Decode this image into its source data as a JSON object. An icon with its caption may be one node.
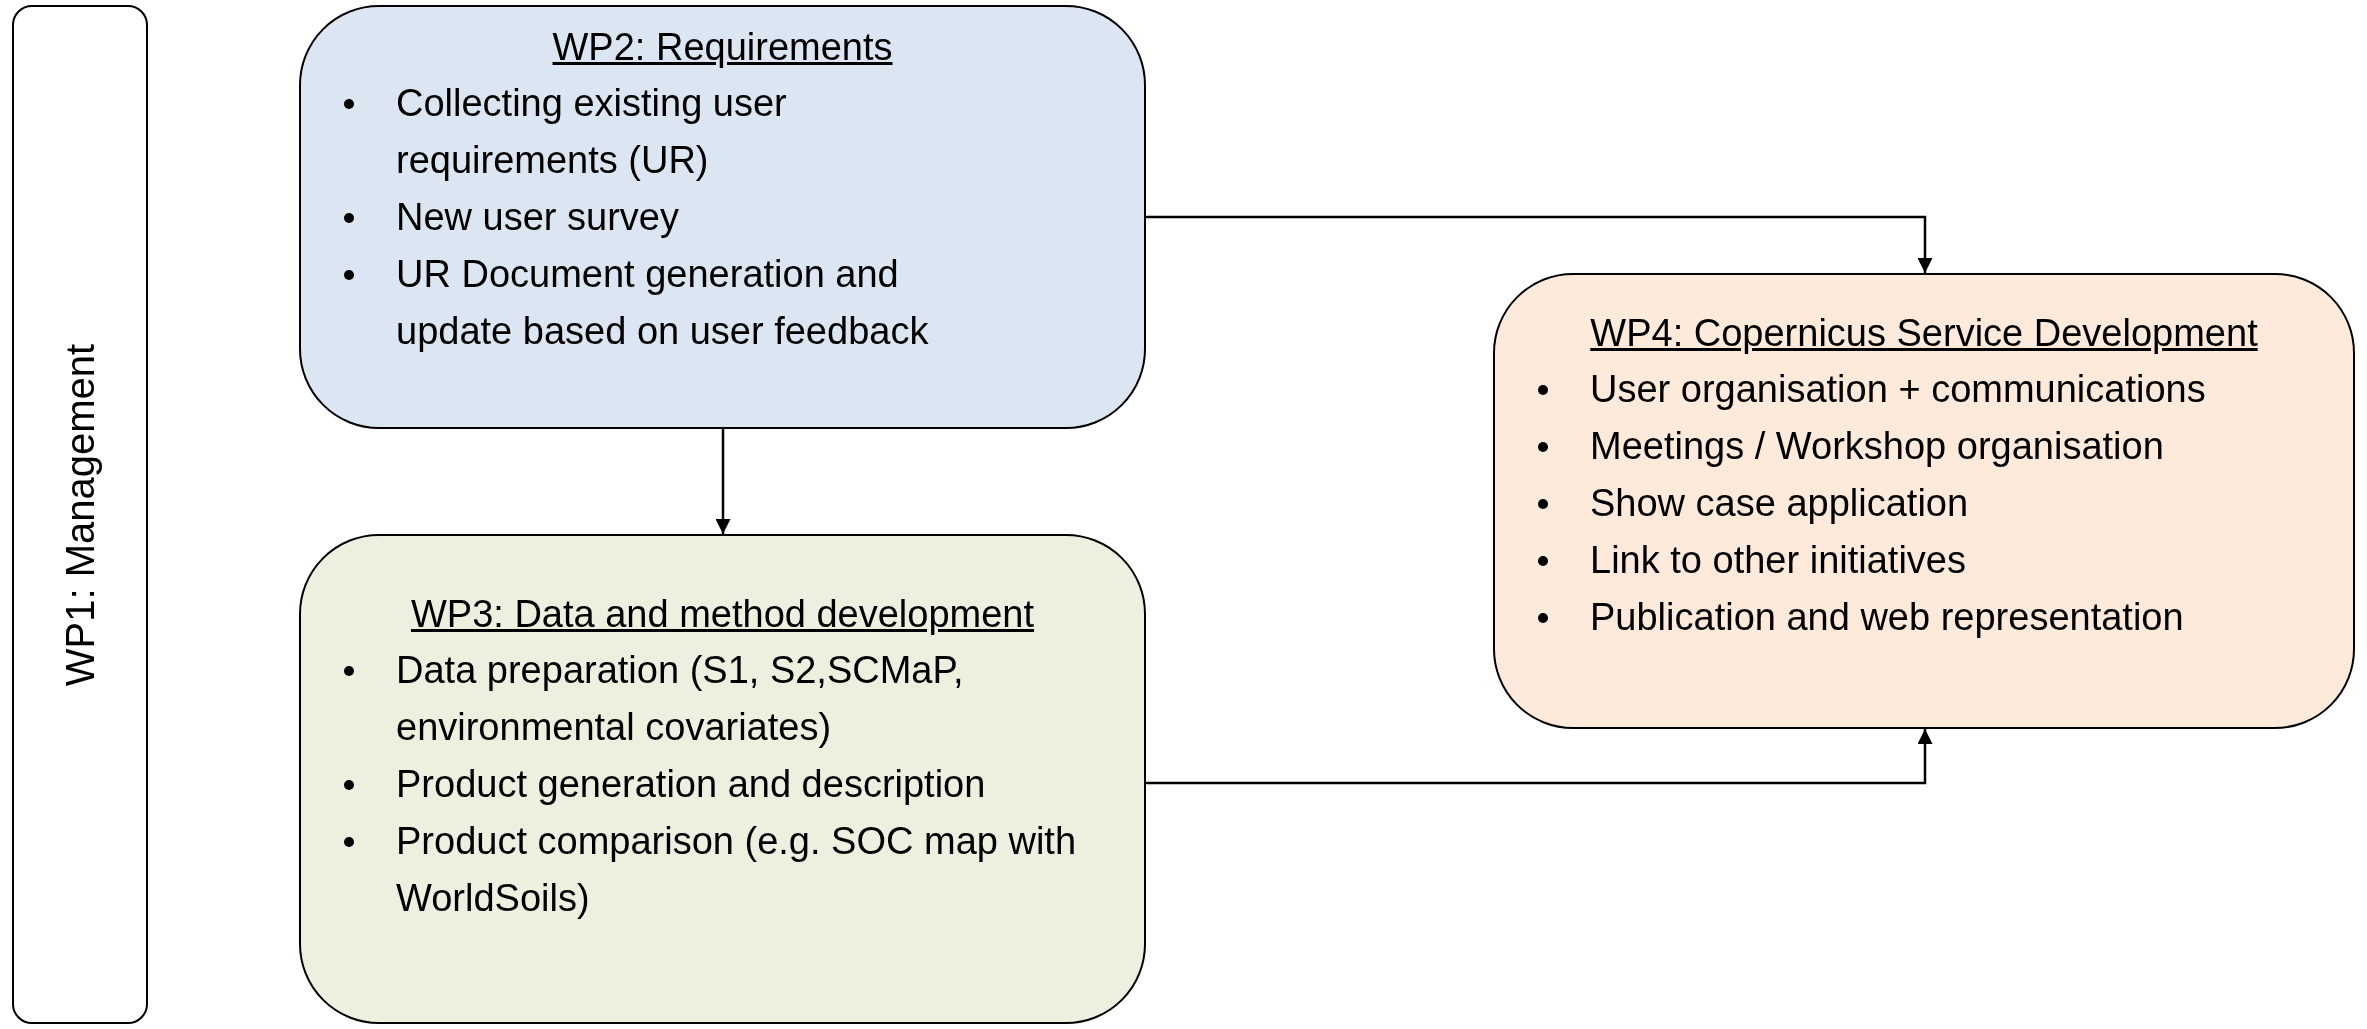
{
  "diagram": {
    "nodes": [
      {
        "text": [
          "WP1: Management"
        ]
      },
      {
        "text": [
          "WP2: Requirements",
          "Collecting existing user requirements (UR)",
          "New user survey",
          "UR Document generation and update based on user feedback"
        ]
      },
      {
        "text": [
          "WP3: Data and method development",
          "Data preparation (S1, S2,SCMaP, environmental covariates)",
          "Product generation and description",
          "Product comparison (e.g. SOC map with WorldSoils)"
        ]
      },
      {
        "text": [
          "WP4: Copernicus Service Development",
          "User organisation + communications",
          "Meetings / Workshop organisation",
          "Show case application",
          "Link to other initiatives",
          "Publication and web representation"
        ]
      }
    ],
    "edges": [
      {
        "from": 1,
        "to": 3,
        "arrow": "to"
      },
      {
        "from": 1,
        "to": 2,
        "arrow": "to"
      },
      {
        "from": 2,
        "to": 3,
        "arrow": "to"
      }
    ]
  }
}
